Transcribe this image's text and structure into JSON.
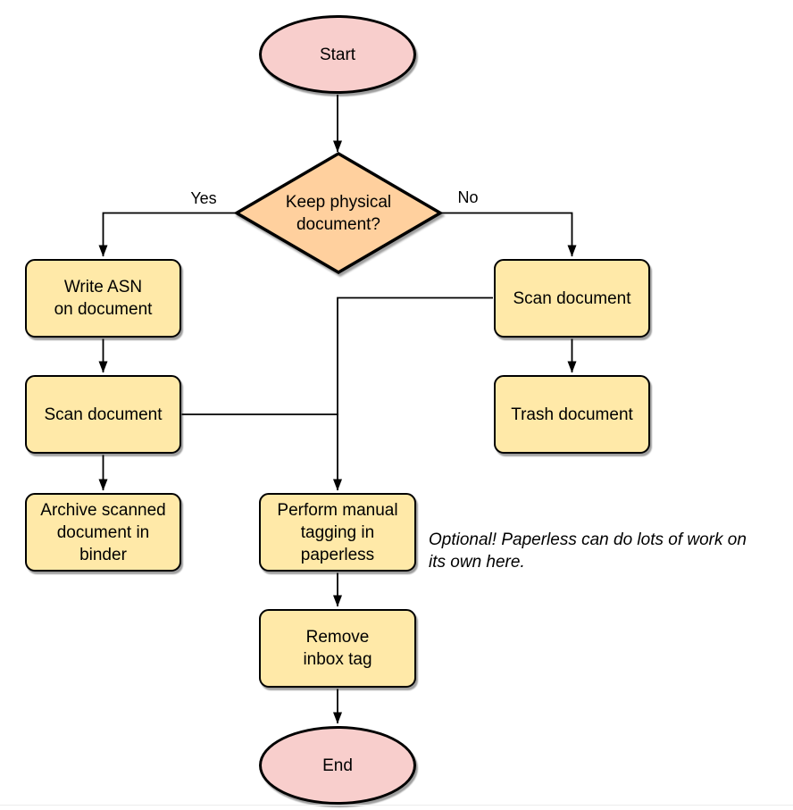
{
  "flowchart": {
    "nodes": {
      "start": "Start",
      "decision": "Keep physical\ndocument?",
      "write_asn": "Write ASN\non document",
      "scan_left": "Scan document",
      "archive": "Archive scanned\ndocument in\nbinder",
      "scan_right": "Scan document",
      "trash": "Trash document",
      "tagging": "Perform manual\ntagging in\npaperless",
      "remove_inbox": "Remove\ninbox tag",
      "end": "End"
    },
    "edge_labels": {
      "yes": "Yes",
      "no": "No"
    },
    "note": "Optional! Paperless can do lots of work on\nits own here.",
    "colors": {
      "terminator_fill": "#f8cecc",
      "decision_fill": "#ffd09e",
      "process_fill": "#ffe9a8",
      "stroke": "#000000",
      "background": "#ffffff"
    }
  }
}
